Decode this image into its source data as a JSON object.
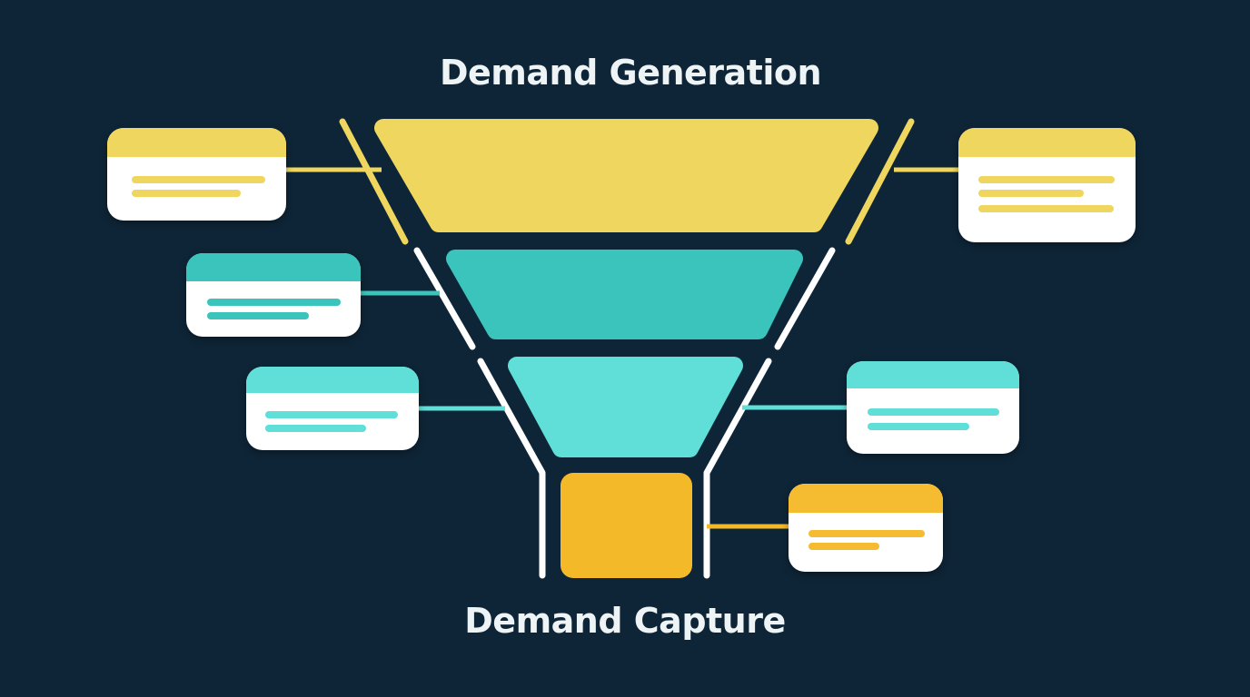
{
  "diagram": {
    "title_top": "Demand Generation",
    "title_bottom": "Demand Capture"
  },
  "colors": {
    "background": "#0e2537",
    "yellow": "#eed65f",
    "teal": "#3bc4bc",
    "cyan": "#5fdfd7",
    "amber": "#f4b929",
    "white": "#ffffff",
    "title_text": "#eef3f5"
  },
  "funnel": {
    "stages": [
      {
        "name": "demand-generation-top-stage",
        "color": "#eed65f"
      },
      {
        "name": "second-stage",
        "color": "#3bc4bc"
      },
      {
        "name": "third-stage",
        "color": "#5fdfd7"
      },
      {
        "name": "demand-capture-spout",
        "color": "#f4b929"
      }
    ]
  },
  "cards": [
    {
      "position": "top-left",
      "accent": "#eed65f",
      "placeholder_lines": 2
    },
    {
      "position": "top-right",
      "accent": "#eed65f",
      "placeholder_lines": 3
    },
    {
      "position": "middle-left",
      "accent": "#3bc4bc",
      "placeholder_lines": 2
    },
    {
      "position": "lower-left",
      "accent": "#5fdfd7",
      "placeholder_lines": 2
    },
    {
      "position": "lower-right",
      "accent": "#5fdfd7",
      "placeholder_lines": 2
    },
    {
      "position": "bottom-right",
      "accent": "#f4b929",
      "placeholder_lines": 2
    }
  ]
}
